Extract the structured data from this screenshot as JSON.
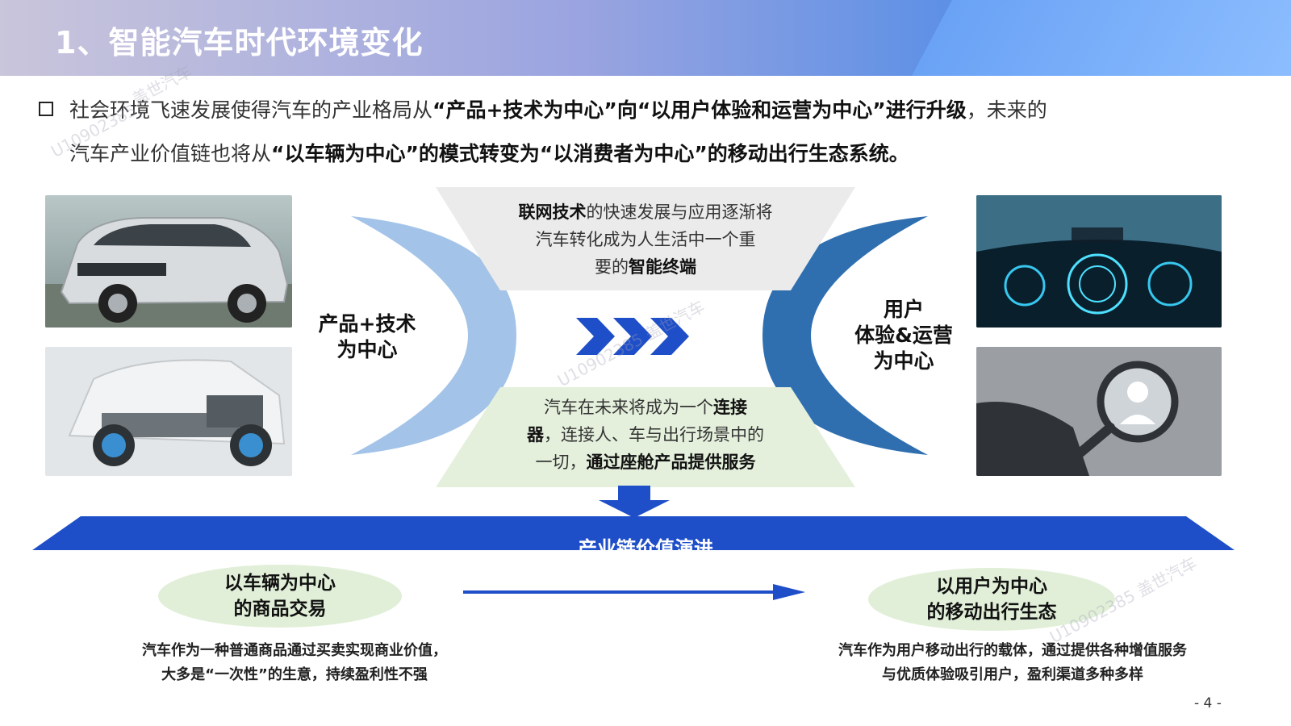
{
  "header": {
    "title": "1、智能汽车时代环境变化"
  },
  "intro": {
    "line1": [
      {
        "t": "社会环境飞速发展使得汽车的产业格局从",
        "b": false
      },
      {
        "t": "“产品+技术为中心”",
        "b": true
      },
      {
        "t": "向",
        "b": true
      },
      {
        "t": "“以用户体验和运营为中心”",
        "b": true
      },
      {
        "t": "进行升级",
        "b": true
      },
      {
        "t": "，未来的",
        "b": false
      }
    ],
    "line2": [
      {
        "t": "汽车产业价值链也将从",
        "b": false
      },
      {
        "t": "“以车辆为中心”",
        "b": true
      },
      {
        "t": "的模式转变为",
        "b": true
      },
      {
        "t": "“以消费者为中心”",
        "b": true
      },
      {
        "t": "的移动出行生态系统。",
        "b": true
      }
    ]
  },
  "left_label": {
    "line1": "产品+技术",
    "line2": "为中心"
  },
  "right_label": {
    "line1": "用户",
    "line2": "体验&运营",
    "line3": "为中心"
  },
  "top_box": {
    "lines": [
      [
        {
          "t": "联网技术",
          "b": true
        },
        {
          "t": "的快速发展与应用逐渐将",
          "b": false
        }
      ],
      [
        {
          "t": "汽车转化成为人生活中一个重",
          "b": false
        }
      ],
      [
        {
          "t": "要的",
          "b": false
        },
        {
          "t": "智能终端",
          "b": true
        }
      ]
    ]
  },
  "bottom_box": {
    "lines": [
      [
        {
          "t": "汽车在未来将成为一个",
          "b": false
        },
        {
          "t": "连接",
          "b": true
        }
      ],
      [
        {
          "t": "器",
          "b": true
        },
        {
          "t": "，连接人、车与出行场景中的",
          "b": false
        }
      ],
      [
        {
          "t": "一切，",
          "b": false
        },
        {
          "t": "通过座舱产品提供服务",
          "b": true
        }
      ]
    ]
  },
  "banner": {
    "label": "产业链价值演进"
  },
  "left_pill": {
    "line1": "以车辆为中心",
    "line2": "的商品交易"
  },
  "right_pill": {
    "line1": "以用户为中心",
    "line2": "的移动出行生态"
  },
  "left_desc": {
    "line1": "汽车作为一种普通商品通过买卖实现商业价值，",
    "line2": "大多是“一次性”的生意，持续盈利性不强"
  },
  "right_desc": {
    "line1": "汽车作为用户移动出行的载体，通过提供各种增值服务",
    "line2": "与优质体验吸引用户，盈利渠道多种多样"
  },
  "page_number": "- 4 -",
  "watermarks": [
    "盖世汽车",
    "U10902385",
    "U10902385 盖世汽车",
    "U10902385 盖世汽车"
  ],
  "colors": {
    "dark_blue": "#1f4fc8",
    "crescent_left": "#a3c4e8",
    "crescent_right": "#2f6fb0",
    "pill_green": "#e1efd8",
    "top_box_gray": "#ebebeb",
    "bottom_box_green": "#e4f0dc"
  }
}
